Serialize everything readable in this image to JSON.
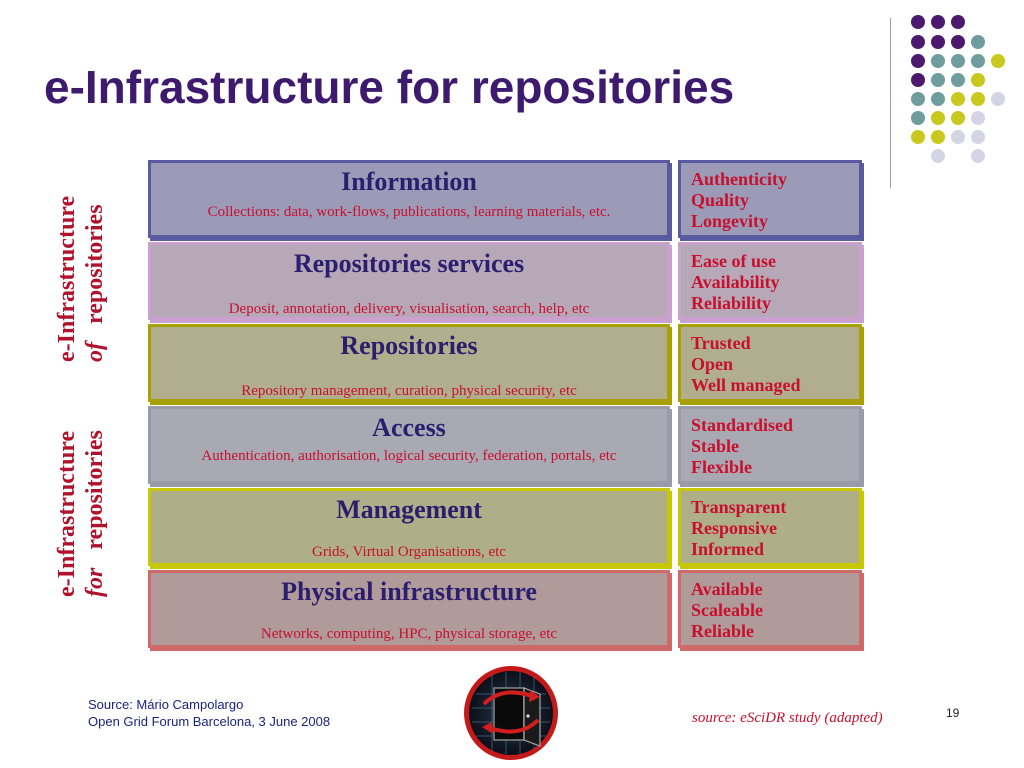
{
  "slide": {
    "title": "e-Infrastructure for repositories",
    "page_number": "19"
  },
  "side_labels": {
    "upper_line1": "e-Infrastructure",
    "upper_line2_italic": "of",
    "upper_line2_rest": "repositories",
    "lower_line1": "e-Infrastructure",
    "lower_line2_italic": "for",
    "lower_line2_rest": "repositories"
  },
  "layers": [
    {
      "name": "Information",
      "description": "Collections: data, work-flows, publications, learning materials, etc.",
      "qualities": [
        "Authenticity",
        "Quality",
        "Longevity"
      ],
      "band_color": "#9b9bb8",
      "qual_color": "#9b9bb8",
      "edge_color": "#5a5aa0"
    },
    {
      "name": "Repositories services",
      "description": "Deposit, annotation, delivery, visualisation, search, help, etc",
      "qualities": [
        "Ease of use",
        "Availability",
        "Reliability"
      ],
      "band_color": "#b7a8b8",
      "qual_color": "#b7a8b8",
      "edge_color": "#c9a0cf"
    },
    {
      "name": "Repositories",
      "description": "Repository management, curation, physical security,  etc",
      "qualities": [
        "Trusted",
        "Open",
        "Well managed"
      ],
      "band_color": "#b0ae8c",
      "qual_color": "#b0ae8c",
      "edge_color": "#a8a000"
    },
    {
      "name": "Access",
      "description": "Authentication, authorisation, logical security, federation, portals, etc",
      "qualities": [
        "Standardised",
        "Stable",
        "Flexible"
      ],
      "band_color": "#a9a9b4",
      "qual_color": "#a9a9b4",
      "edge_color": "#9a9aa8"
    },
    {
      "name": "Management",
      "description": "Grids, Virtual Organisations,  etc",
      "qualities": [
        "Transparent",
        "Responsive",
        "Informed"
      ],
      "band_color": "#aeae88",
      "qual_color": "#aeae88",
      "edge_color": "#c8c800"
    },
    {
      "name": "Physical infrastructure",
      "description": "Networks, computing, HPC, physical storage,  etc",
      "qualities": [
        "Available",
        "Scaleable",
        "Reliable"
      ],
      "band_color": "#b09a9a",
      "qual_color": "#b09a9a",
      "edge_color": "#d06a6a"
    }
  ],
  "footer": {
    "source_line1": "Source: Mário Campolargo",
    "source_line2": "Open Grid Forum Barcelona, 3 June 2008",
    "study_source": "source: eSciDR study (adapted)"
  },
  "colors": {
    "title": "#3d1a6e",
    "accent_red": "#c8102e",
    "dot_purple": "#4b1a6e",
    "dot_teal": "#6f9c9c",
    "dot_yellow": "#c8c81e",
    "dot_lavender": "#d4d4e4"
  }
}
